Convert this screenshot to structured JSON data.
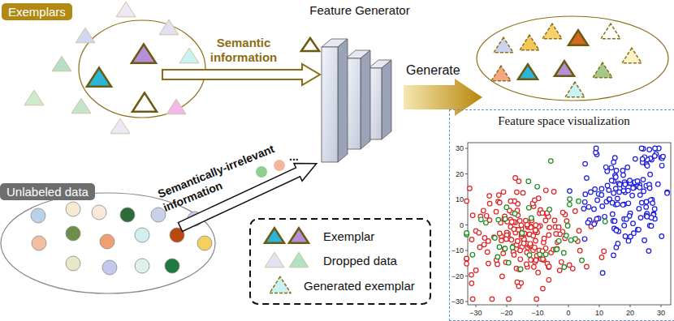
{
  "diagram": {
    "nodes": [
      {
        "text": [
          "Exemplars"
        ]
      },
      {
        "text": [
          "Feature Generator"
        ]
      },
      {
        "text": [
          "Unlabeled data"
        ]
      },
      {
        "text": [
          "Feature space visualization"
        ]
      }
    ],
    "labels": [
      "Semantic information",
      "Generate",
      "Semantically-irrelevant information",
      "...",
      "30",
      "20",
      "10",
      "0",
      "−10",
      "−20",
      "−30",
      "−30",
      "−20",
      "−10",
      "0",
      "10",
      "20",
      "30"
    ],
    "legend": [
      {
        "text": "Exemplar"
      },
      {
        "text": "Dropped data"
      },
      {
        "text": "Generated exemplar"
      }
    ]
  }
}
